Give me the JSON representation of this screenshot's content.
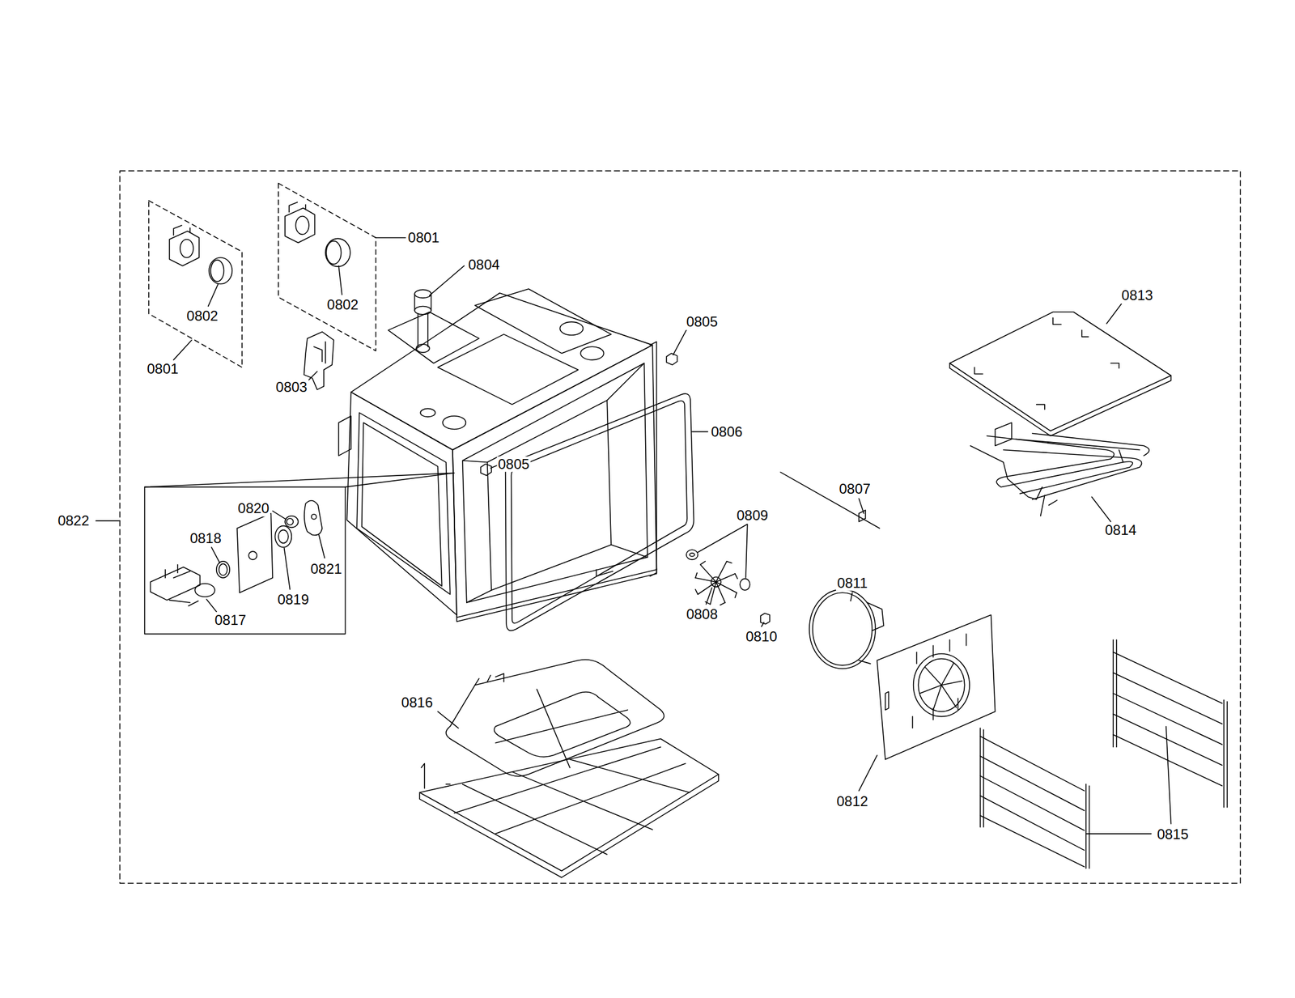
{
  "diagram": {
    "labels": [
      "0801",
      "0804",
      "0802",
      "0802",
      "0813",
      "0805",
      "0801",
      "0803",
      "0806",
      "0807",
      "0822",
      "0805",
      "0820",
      "0809",
      "0814",
      "0818",
      "0821",
      "0811",
      "0817",
      "0819",
      "0808",
      "0810",
      "0816",
      "0812",
      "0815"
    ]
  }
}
